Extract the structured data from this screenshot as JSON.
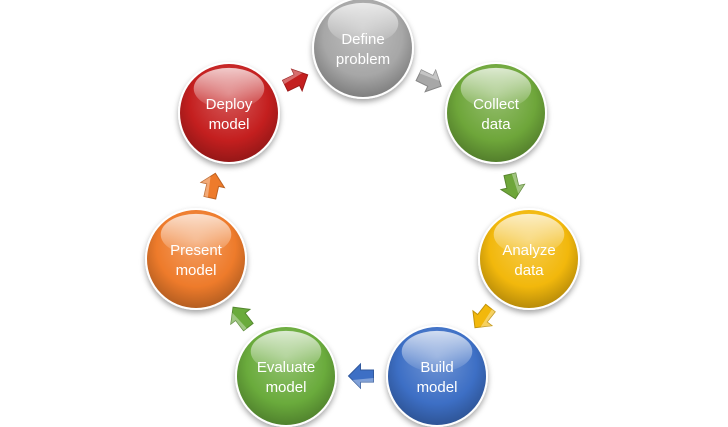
{
  "diagram": {
    "type": "cycle",
    "nodes": [
      {
        "id": "define",
        "lines": [
          "Define",
          "problem"
        ],
        "color": "#a7a7a7"
      },
      {
        "id": "collect",
        "lines": [
          "Collect",
          "data"
        ],
        "color": "#6ea63a"
      },
      {
        "id": "analyze",
        "lines": [
          "Analyze",
          "data"
        ],
        "color": "#f2b80c"
      },
      {
        "id": "build",
        "lines": [
          "Build",
          "model"
        ],
        "color": "#3d6fc5"
      },
      {
        "id": "evaluate",
        "lines": [
          "Evaluate",
          "model"
        ],
        "color": "#6aab3c"
      },
      {
        "id": "present",
        "lines": [
          "Present",
          "model"
        ],
        "color": "#ee7b2b"
      },
      {
        "id": "deploy",
        "lines": [
          "Deploy",
          "model"
        ],
        "color": "#c41f1f"
      }
    ],
    "arrows": [
      {
        "from": "define",
        "to": "collect",
        "color": "#a7a7a7"
      },
      {
        "from": "collect",
        "to": "analyze",
        "color": "#6ea63a"
      },
      {
        "from": "analyze",
        "to": "build",
        "color": "#f2b80c"
      },
      {
        "from": "build",
        "to": "evaluate",
        "color": "#3d6fc5"
      },
      {
        "from": "evaluate",
        "to": "present",
        "color": "#6aab3c"
      },
      {
        "from": "present",
        "to": "deploy",
        "color": "#ee7b2b"
      },
      {
        "from": "deploy",
        "to": "define",
        "color": "#c41f1f"
      }
    ]
  }
}
